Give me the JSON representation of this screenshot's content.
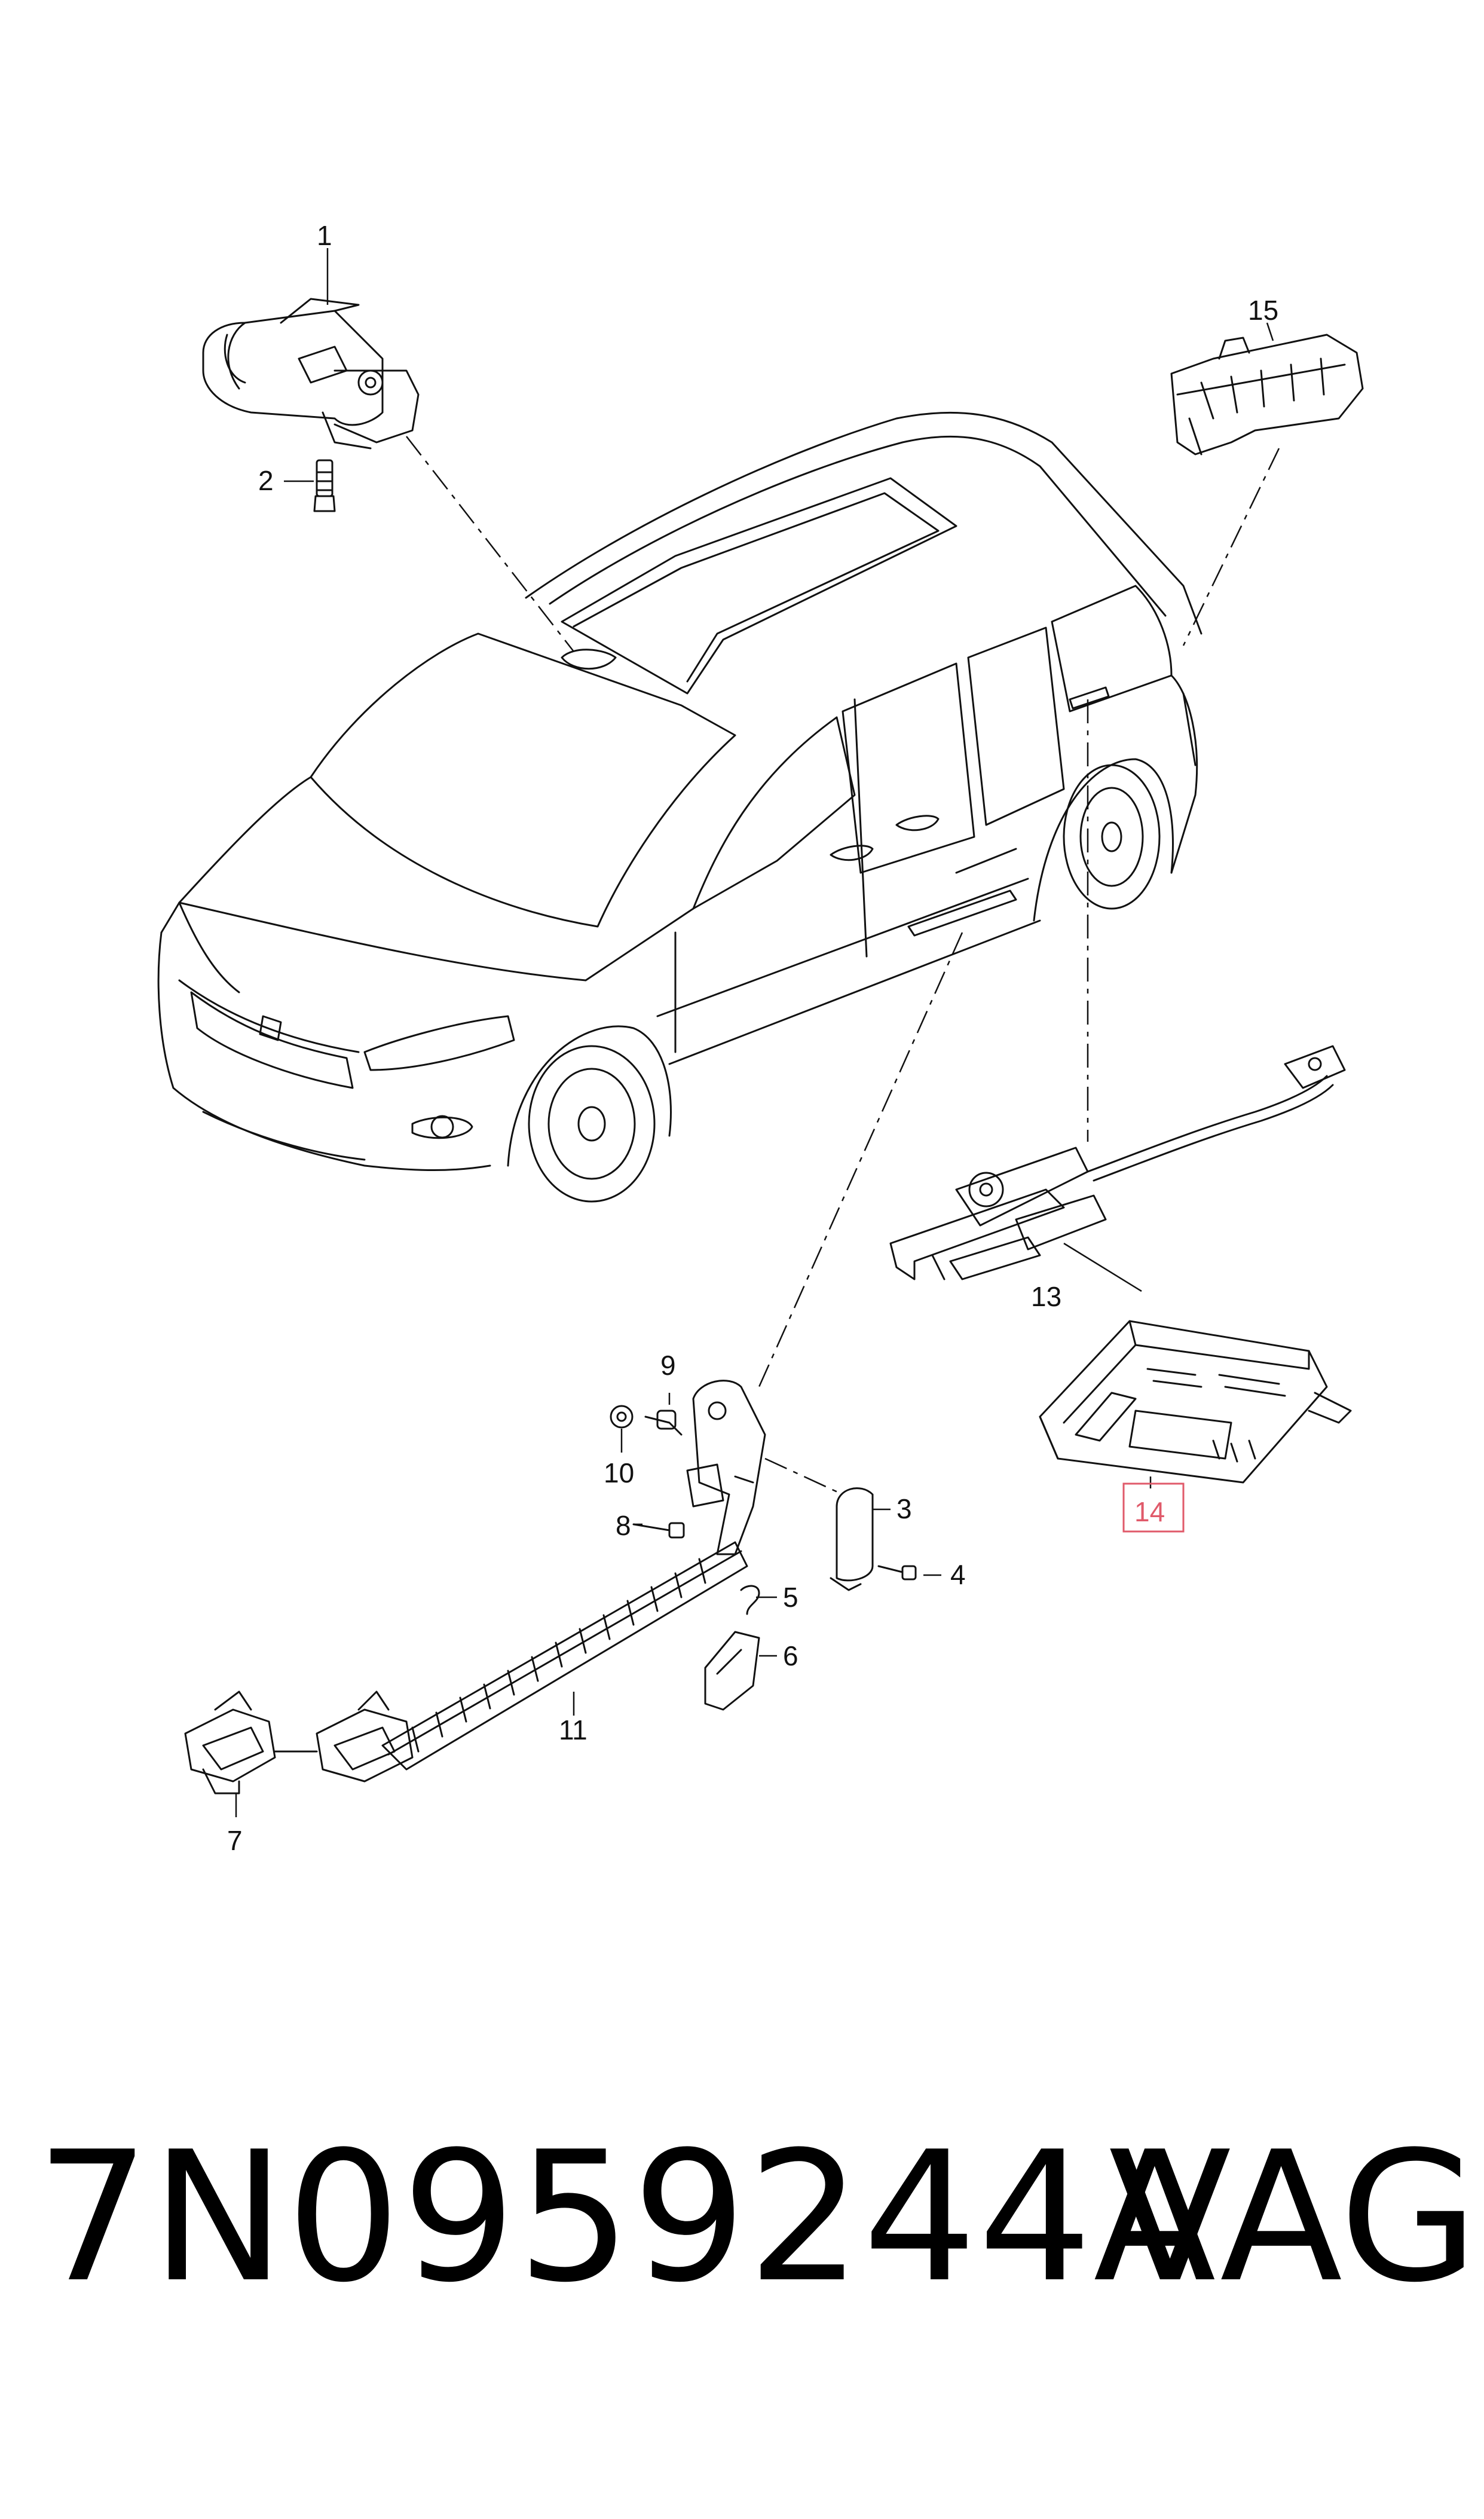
{
  "callouts": [
    {
      "id": "c1",
      "label": "1"
    },
    {
      "id": "c2",
      "label": "2"
    },
    {
      "id": "c3",
      "label": "3"
    },
    {
      "id": "c4",
      "label": "4"
    },
    {
      "id": "c5",
      "label": "5"
    },
    {
      "id": "c6",
      "label": "6"
    },
    {
      "id": "c7",
      "label": "7"
    },
    {
      "id": "c8",
      "label": "8"
    },
    {
      "id": "c9",
      "label": "9"
    },
    {
      "id": "c10",
      "label": "10"
    },
    {
      "id": "c11",
      "label": "11"
    },
    {
      "id": "c13",
      "label": "13"
    },
    {
      "id": "c14",
      "label": "14"
    },
    {
      "id": "c15",
      "label": "15"
    }
  ],
  "highlight_color": "#e05a6a",
  "footer": {
    "part_number": "7N0959244A",
    "brand": "VAG"
  }
}
